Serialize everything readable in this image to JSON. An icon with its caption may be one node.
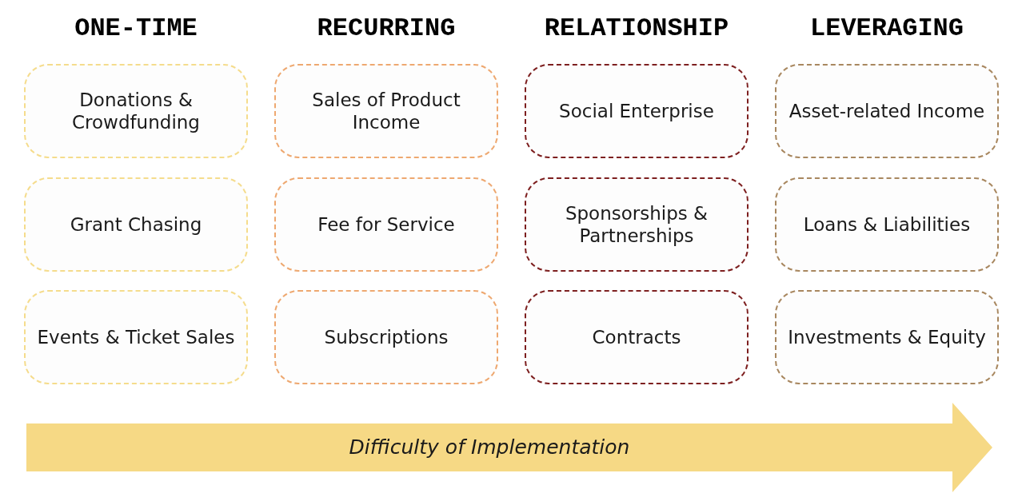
{
  "diagram": {
    "nodes": [
      {
        "text": [
          "Donations & Crowdfunding"
        ]
      },
      {
        "text": [
          "Sales of Product Income"
        ]
      },
      {
        "text": [
          "Social Enterprise"
        ]
      },
      {
        "text": [
          "Asset-related Income"
        ]
      },
      {
        "text": [
          "Grant Chasing"
        ]
      },
      {
        "text": [
          "Fee for Service"
        ]
      },
      {
        "text": [
          "Sponsorships & Partnerships"
        ]
      },
      {
        "text": [
          "Loans & Liabilities"
        ]
      },
      {
        "text": [
          "Events & Ticket Sales"
        ]
      },
      {
        "text": [
          "Subscriptions"
        ]
      },
      {
        "text": [
          "Contracts"
        ]
      },
      {
        "text": [
          "Investments & Equity"
        ]
      },
      {
        "text": [
          "Difficulty of Implementation"
        ]
      }
    ],
    "labels": [
      "ONE-TIME",
      "RECURRING",
      "RELATIONSHIP",
      "LEVERAGING"
    ]
  }
}
